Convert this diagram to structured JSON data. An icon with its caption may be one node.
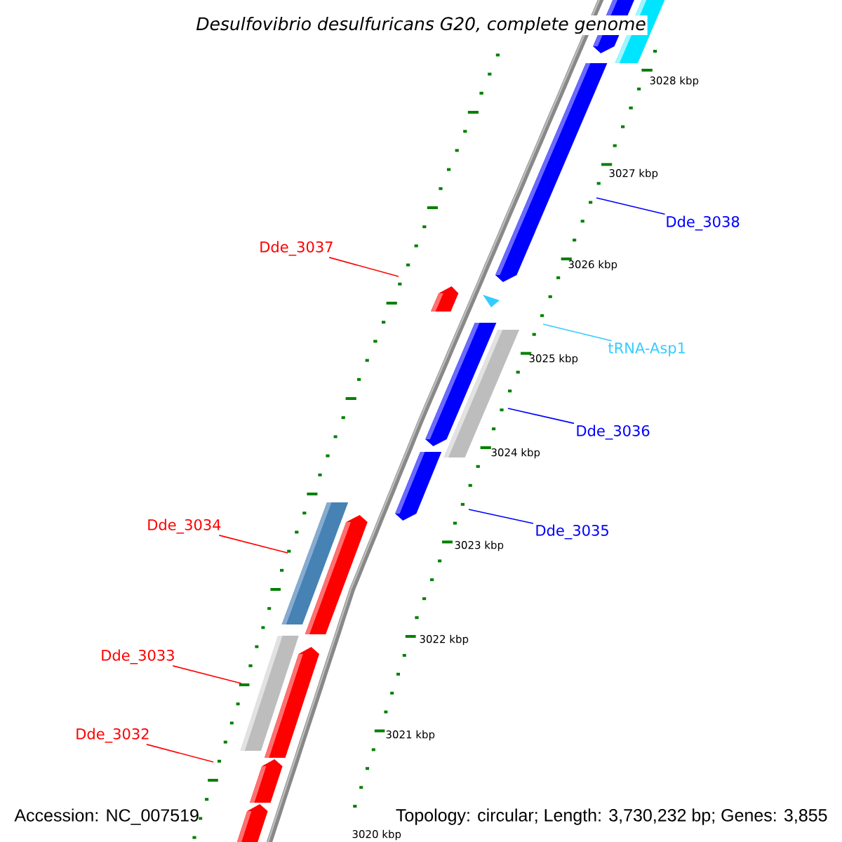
{
  "diagram": {
    "title": "Desulfovibrio desulfuricans G20, complete genome",
    "nodes": [
      {
        "text": [
          "Dde_3038"
        ]
      },
      {
        "text": [
          "Dde_3037"
        ]
      },
      {
        "text": [
          "tRNA-Asp1"
        ]
      },
      {
        "text": [
          "Dde_3036"
        ]
      },
      {
        "text": [
          "Dde_3034"
        ]
      },
      {
        "text": [
          "Dde_3035"
        ]
      },
      {
        "text": [
          "Dde_3033"
        ]
      },
      {
        "text": [
          "Dde_3032"
        ]
      }
    ],
    "edges": [
      {
        "from": 0,
        "to": null,
        "arrow": "none",
        "color": "#0000ff"
      },
      {
        "from": 1,
        "to": null,
        "arrow": "none",
        "color": "#ff0000"
      },
      {
        "from": 2,
        "to": null,
        "arrow": "none",
        "color": "#33ccff"
      },
      {
        "from": 3,
        "to": null,
        "arrow": "none",
        "color": "#0000ff"
      },
      {
        "from": 4,
        "to": null,
        "arrow": "none",
        "color": "#ff0000"
      },
      {
        "from": 5,
        "to": null,
        "arrow": "none",
        "color": "#0000ff"
      },
      {
        "from": 6,
        "to": null,
        "arrow": "none",
        "color": "#ff0000"
      },
      {
        "from": 7,
        "to": null,
        "arrow": "none",
        "color": "#ff0000"
      }
    ],
    "labels": [
      "3028 kbp",
      "3027 kbp",
      "3026 kbp",
      "3025 kbp",
      "3024 kbp",
      "3023 kbp",
      "3022 kbp",
      "3021 kbp",
      "3020 kbp",
      "Accession: NC_007519",
      "Topology: circular; Length: 3,730,232 bp; Genes: 3,855"
    ]
  }
}
